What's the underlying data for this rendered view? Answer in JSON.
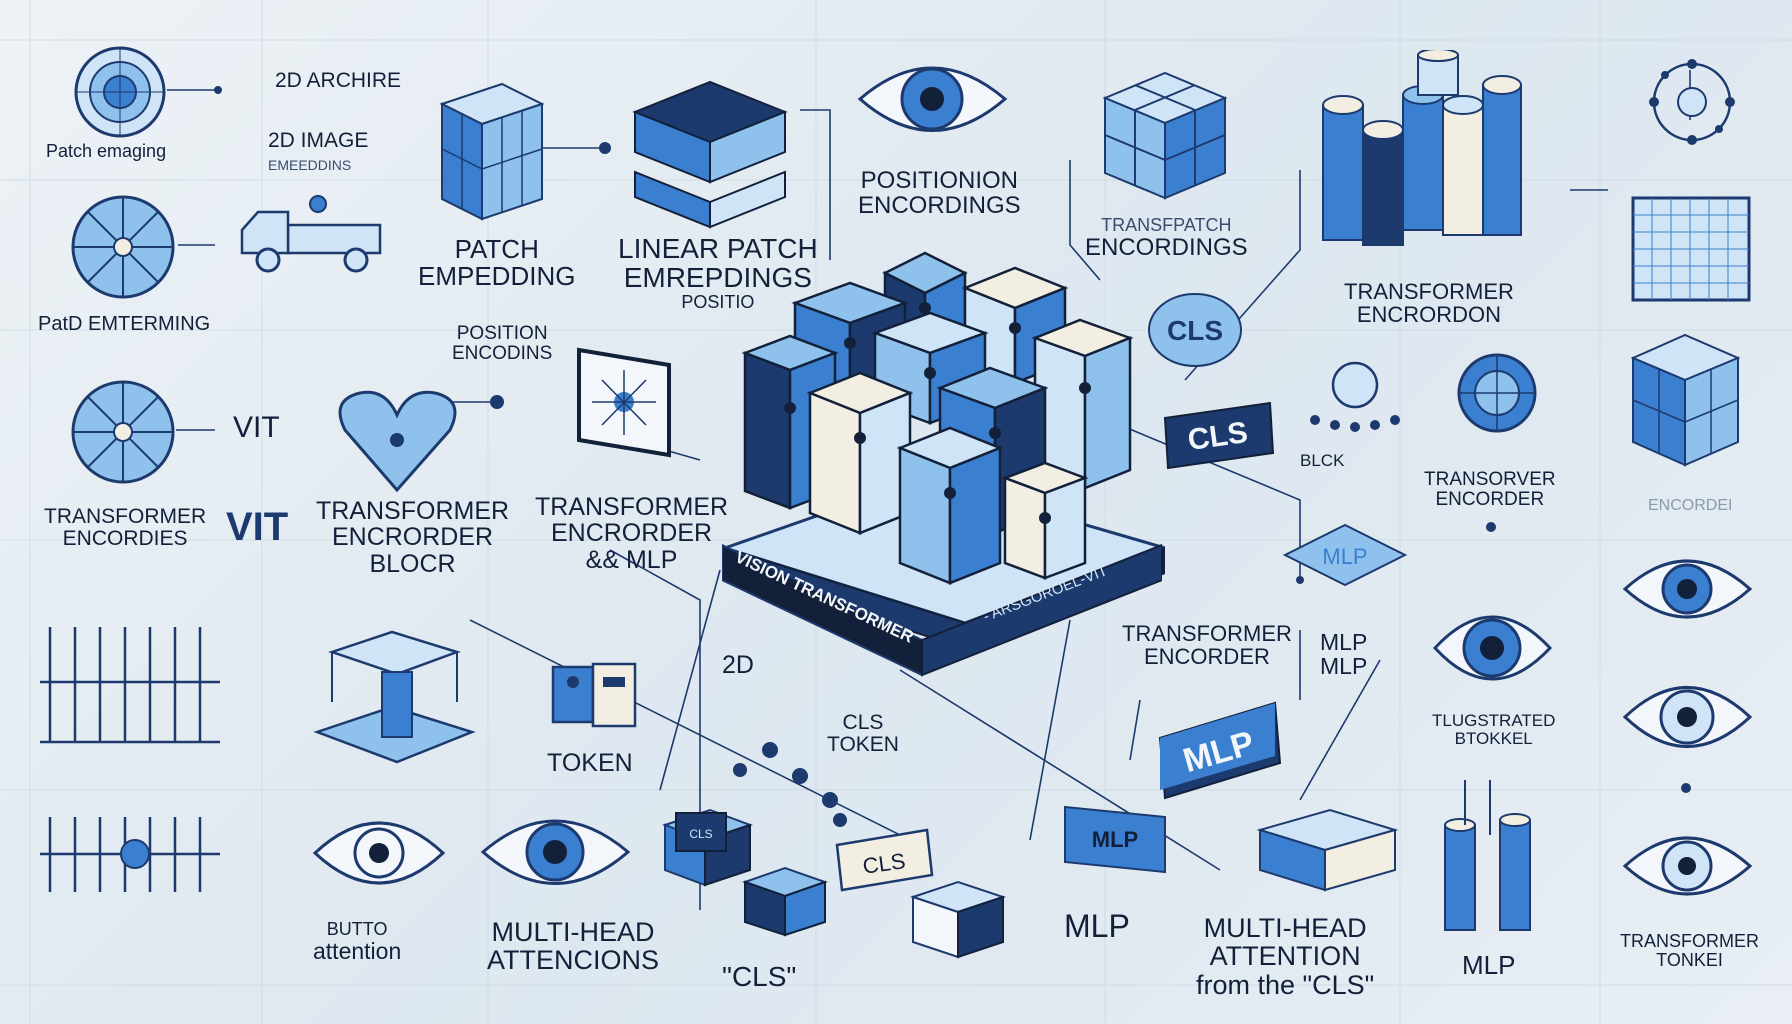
{
  "labels": {
    "l2d_archire": "2D ARCHIRE",
    "patch_emaging": "Patch emaging",
    "two_d_image": "2D IMAGE",
    "emeddins": "EMEEDDINS",
    "patch_emdeding": [
      "PATCH",
      "EMPEDDING"
    ],
    "linear_patch": [
      "LINEAR PATCH",
      "EMREPDINGS",
      "POSITIO"
    ],
    "position_encordings_top": [
      "POSITIONION",
      "ENCORDINGS"
    ],
    "transfpatch": [
      "TRANSFPATCH",
      "ENCORDINGS"
    ],
    "transformer_encordon": [
      "TRANSFORMER",
      "ENCRORDON"
    ],
    "patd_emterming": "PatD EMTERMING",
    "position_encodins": [
      "POSITION",
      "ENCODINS"
    ],
    "vit_small": "VIT",
    "transformer_encordies": [
      "TRANSFORMER",
      "ENCORDIES"
    ],
    "vit_big": "VIT",
    "transformer_block": [
      "TRANSFORMER",
      "ENCRORDER",
      "BLOCR"
    ],
    "transformer_mlp": [
      "TRANSFORMER",
      "ENCRORDER",
      "&& MLP"
    ],
    "cls_sign": "CLS",
    "block": "BLCK",
    "transorver": [
      "TRANSORVER",
      "ENCORDER"
    ],
    "encordei": "ENCORDEI",
    "transformer_encorder_mid": [
      "TRANSFORMER",
      "ENCORDER"
    ],
    "mlp_mlp": [
      "MLP",
      "MLP"
    ],
    "mlp_tile": "MLP",
    "twod": "2D",
    "cls_token": [
      "CLS",
      "TOKEN"
    ],
    "token": "TOKEN",
    "mlp_big": "MLP",
    "mlp_small_tile": "MLP",
    "mlp_bottom": "MLP",
    "tlugstrated": [
      "TLUGSTRATED",
      "BTOKKEL"
    ],
    "vision_transformer": "VISION TRANSFORMER",
    "vit_side": "- ARSGOROEL-VIT",
    "butto_attention": [
      "BUTTO",
      "attention"
    ],
    "multi_head_attencions": [
      "MULTI-HEAD",
      "ATTENCIONS"
    ],
    "cls_quote": "\"CLS\"",
    "mlp_bottom_mid": "MLP",
    "multi_head_from": [
      "MULTI-HEAD",
      "ATTENTION",
      "from the \"CLS\""
    ],
    "mlp_bottom_right": "MLP",
    "transformer_tonkei": [
      "TRANSFORMER",
      "TONKEI"
    ],
    "cube_cls": "CLS",
    "chip_cls": "CLS",
    "cls_sign_small": "CLS"
  },
  "colors": {
    "ink": "#13203a",
    "navy": "#1d3a6e",
    "blue": "#3a7fd0",
    "light_blue": "#8ec2ec",
    "pale": "#cfe4f6",
    "cream": "#f3eee2",
    "bg": "#e6edf3"
  },
  "icons": [
    "radial-disk-icon",
    "fan-icon",
    "truck-icon",
    "cube-grid-icon",
    "stacked-tiles-icon",
    "eye-icon",
    "cube-2x2-icon",
    "cylinders-icon",
    "heart-icon",
    "spark-panel-icon",
    "cls-badge-icon",
    "chip-cls-icon",
    "gear-network-icon",
    "globe-icon",
    "bars-icon",
    "grid-square-icon",
    "central-cube-stack-icon",
    "tray-icon",
    "node-icon",
    "cylinder-pair-icon",
    "network-ring-icon",
    "mesh-icon"
  ]
}
